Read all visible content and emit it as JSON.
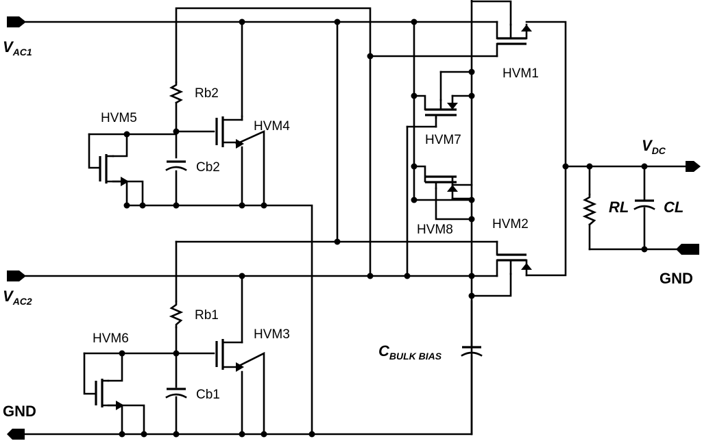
{
  "labels": {
    "vac1": {
      "main": "V",
      "sub": "AC1"
    },
    "vac2": {
      "main": "V",
      "sub": "AC2"
    },
    "vdc": {
      "main": "V",
      "sub": "DC"
    },
    "gnd_left": "GND",
    "gnd_right": "GND",
    "rb2": "Rb2",
    "cb2": "Cb2",
    "rb1": "Rb1",
    "cb1": "Cb1",
    "hvm1": "HVM1",
    "hvm2": "HVM2",
    "hvm3": "HVM3",
    "hvm4": "HVM4",
    "hvm5": "HVM5",
    "hvm6": "HVM6",
    "hvm7": "HVM7",
    "hvm8": "HVM8",
    "rl": "RL",
    "cl": "CL",
    "cbulk": {
      "main": "C",
      "sub": "BULK BIAS"
    }
  }
}
